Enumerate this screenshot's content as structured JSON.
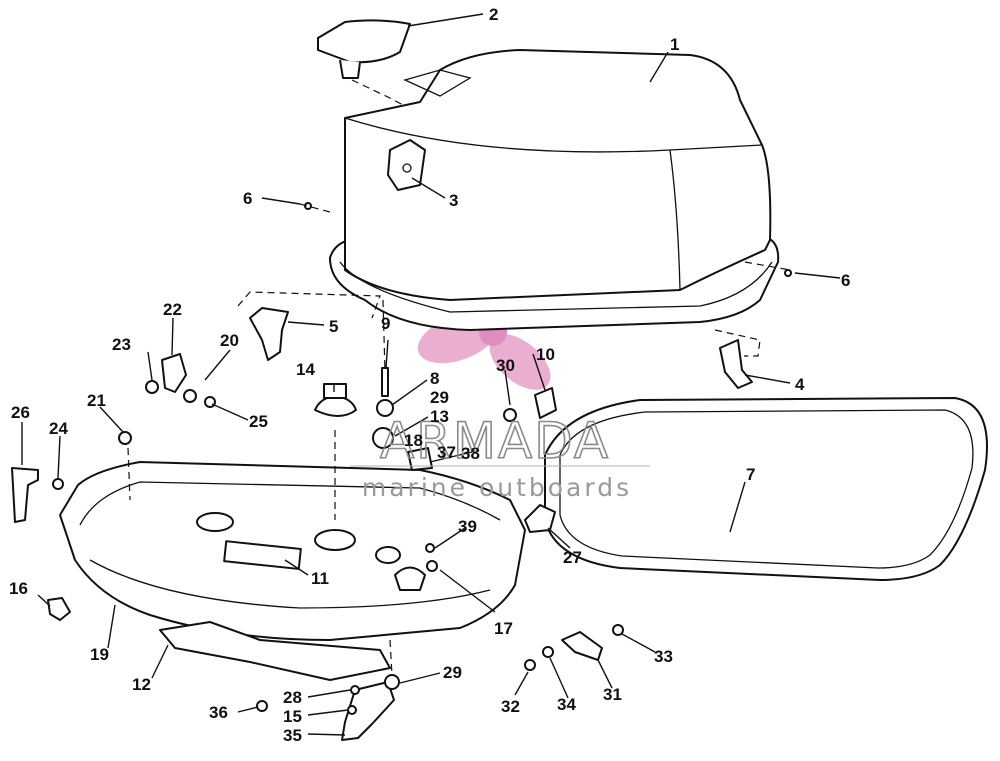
{
  "watermark": {
    "brand": "ARMADA",
    "tagline": "marine outboards",
    "brand_color": "#e7a1c9",
    "text_color": "#8a8a8a"
  },
  "callouts": [
    "1",
    "2",
    "3",
    "4",
    "5",
    "6",
    "6",
    "7",
    "8",
    "9",
    "10",
    "11",
    "12",
    "13",
    "14",
    "15",
    "16",
    "17",
    "18",
    "19",
    "20",
    "21",
    "22",
    "23",
    "24",
    "25",
    "26",
    "27",
    "28",
    "29",
    "29",
    "30",
    "31",
    "32",
    "33",
    "34",
    "35",
    "36",
    "37",
    "38",
    "39"
  ]
}
